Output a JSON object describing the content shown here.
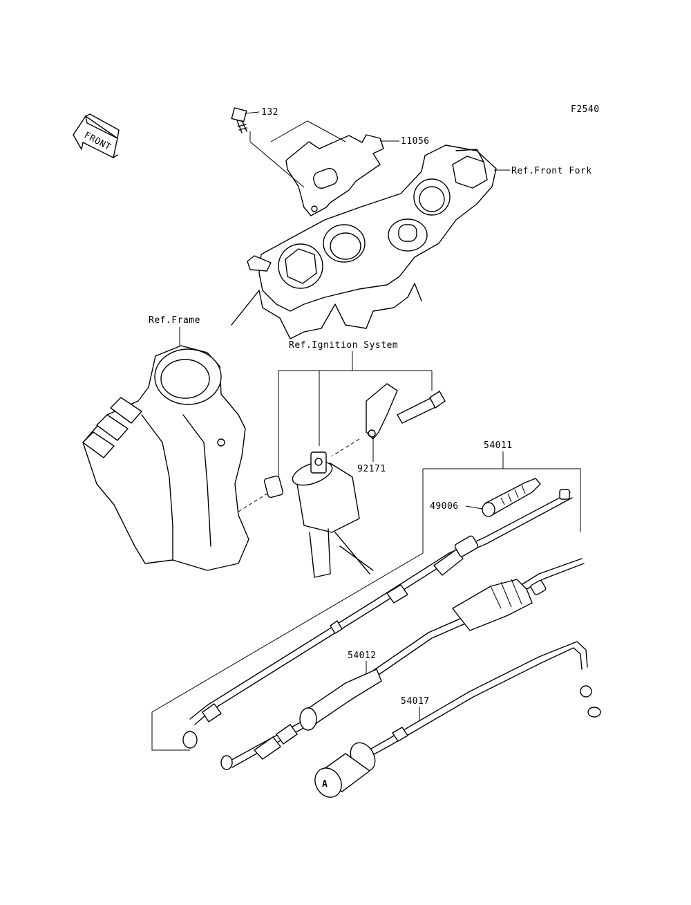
{
  "figure_code": "F2540",
  "direction_label": "FRONT",
  "callouts": {
    "p132": "132",
    "p11056": "11056",
    "ref_front_fork": "Ref.Front Fork",
    "ref_frame": "Ref.Frame",
    "ref_ignition": "Ref.Ignition System",
    "p92171": "92171",
    "p54011": "54011",
    "p49006": "49006",
    "p54012": "54012",
    "p54017": "54017"
  }
}
